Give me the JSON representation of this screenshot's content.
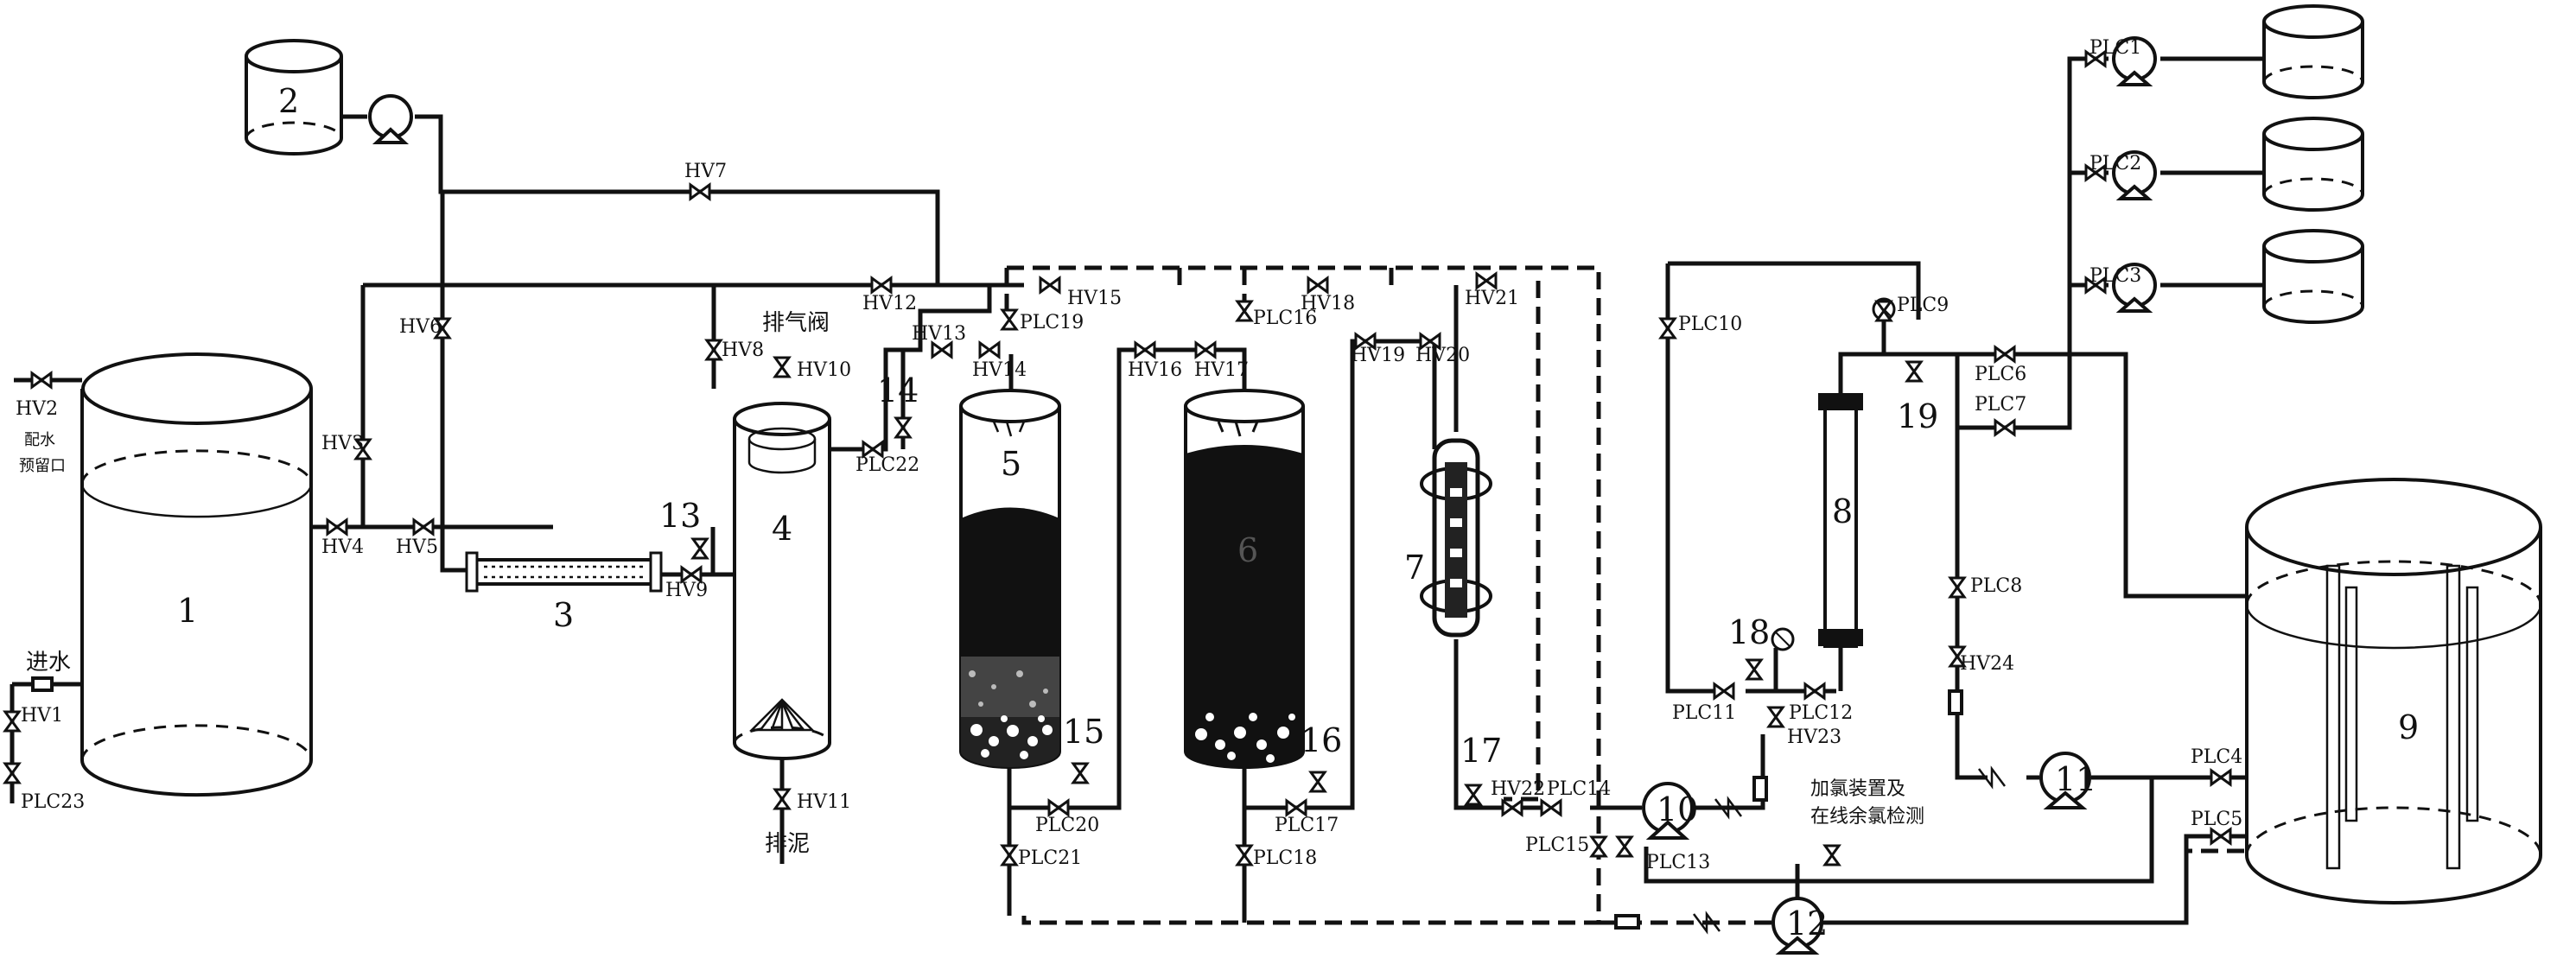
{
  "equipment": {
    "tank_1": "1",
    "reagent_tank_2": "2",
    "pipe_mixer_3": "3",
    "reactor_4": "4",
    "filter_5": "5",
    "filter_6": "6",
    "uv_unit_7": "7",
    "membrane_8": "8",
    "clear_tank_9": "9",
    "pump_10": "10",
    "pump_11": "11",
    "pump_12": "12",
    "sampling_13": "13",
    "sampling_14": "14",
    "sampling_15": "15",
    "sampling_16": "16",
    "sampling_17": "17",
    "sampling_18": "18",
    "sampling_19": "19"
  },
  "valves": {
    "HV1": "HV1",
    "HV2": "HV2",
    "HV3": "HV3",
    "HV4": "HV4",
    "HV5": "HV5",
    "HV6": "HV6",
    "HV7": "HV7",
    "HV8": "HV8",
    "HV9": "HV9",
    "HV10": "HV10",
    "HV11": "HV11",
    "HV12": "HV12",
    "HV13": "HV13",
    "HV14": "HV14",
    "HV15": "HV15",
    "HV16": "HV16",
    "HV17": "HV17",
    "HV18": "HV18",
    "HV19": "HV19",
    "HV20": "HV20",
    "HV21": "HV21",
    "HV22": "HV22",
    "HV23": "HV23",
    "HV24": "HV24",
    "PLC1": "PLC1",
    "PLC2": "PLC2",
    "PLC3": "PLC3",
    "PLC4": "PLC4",
    "PLC5": "PLC5",
    "PLC6": "PLC6",
    "PLC7": "PLC7",
    "PLC8": "PLC8",
    "PLC9": "PLC9",
    "PLC10": "PLC10",
    "PLC11": "PLC11",
    "PLC12": "PLC12",
    "PLC13": "PLC13",
    "PLC14": "PLC14",
    "PLC15": "PLC15",
    "PLC16": "PLC16",
    "PLC17": "PLC17",
    "PLC18": "PLC18",
    "PLC19": "PLC19",
    "PLC20": "PLC20",
    "PLC21": "PLC21",
    "PLC22": "PLC22",
    "PLC23": "PLC23"
  },
  "labels": {
    "inlet_water": "进水",
    "distribution_port_1": "配水",
    "distribution_port_2": "预留口",
    "vent_valve": "排气阀",
    "sludge_discharge": "排泥",
    "chlorine_note_1": "加氯装置及",
    "chlorine_note_2": "在线余氯检测"
  }
}
